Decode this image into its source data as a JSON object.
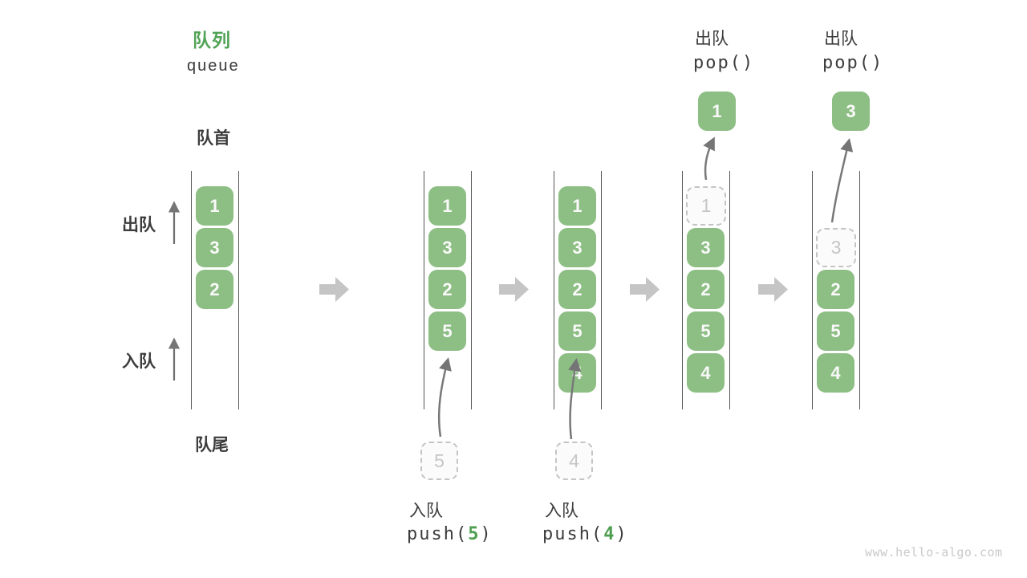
{
  "header": {
    "title_zh": "队列",
    "title_en": "queue"
  },
  "side_labels": {
    "front": "队首",
    "rear": "队尾",
    "dequeue": "出队",
    "enqueue": "入队"
  },
  "stages": [
    {
      "name": "initial",
      "cells": [
        "1",
        "3",
        "2"
      ]
    },
    {
      "name": "after-push-5",
      "cells": [
        "1",
        "3",
        "2",
        "5"
      ],
      "incoming": "5",
      "op": {
        "label": "入队",
        "code_pre": "push(",
        "arg": "5",
        "code_post": ")"
      }
    },
    {
      "name": "after-push-4",
      "cells": [
        "1",
        "3",
        "2",
        "5",
        "4"
      ],
      "incoming": "4",
      "op": {
        "label": "入队",
        "code_pre": "push(",
        "arg": "4",
        "code_post": ")"
      }
    },
    {
      "name": "after-pop-1",
      "removed": "1",
      "cells": [
        "3",
        "2",
        "5",
        "4"
      ],
      "popped": "1",
      "op": {
        "label": "出队",
        "code": "pop()"
      }
    },
    {
      "name": "after-pop-3",
      "removed": "3",
      "cells": [
        "2",
        "5",
        "4"
      ],
      "popped": "3",
      "op": {
        "label": "出队",
        "code": "pop()"
      }
    }
  ],
  "watermark": "www.hello-algo.com",
  "colors": {
    "box_green": "#8dbe84",
    "accent_green": "#51a356",
    "code_arg_green": "#4d9e50",
    "dashed_border": "#c4c4c4",
    "dashed_text": "#c6c6c6",
    "curve_arrow": "#787878",
    "block_arrow": "#c5c5c5",
    "text_dark": "#3c3c3c",
    "rail_line": "#565656",
    "watermark": "#c9c9c9"
  }
}
